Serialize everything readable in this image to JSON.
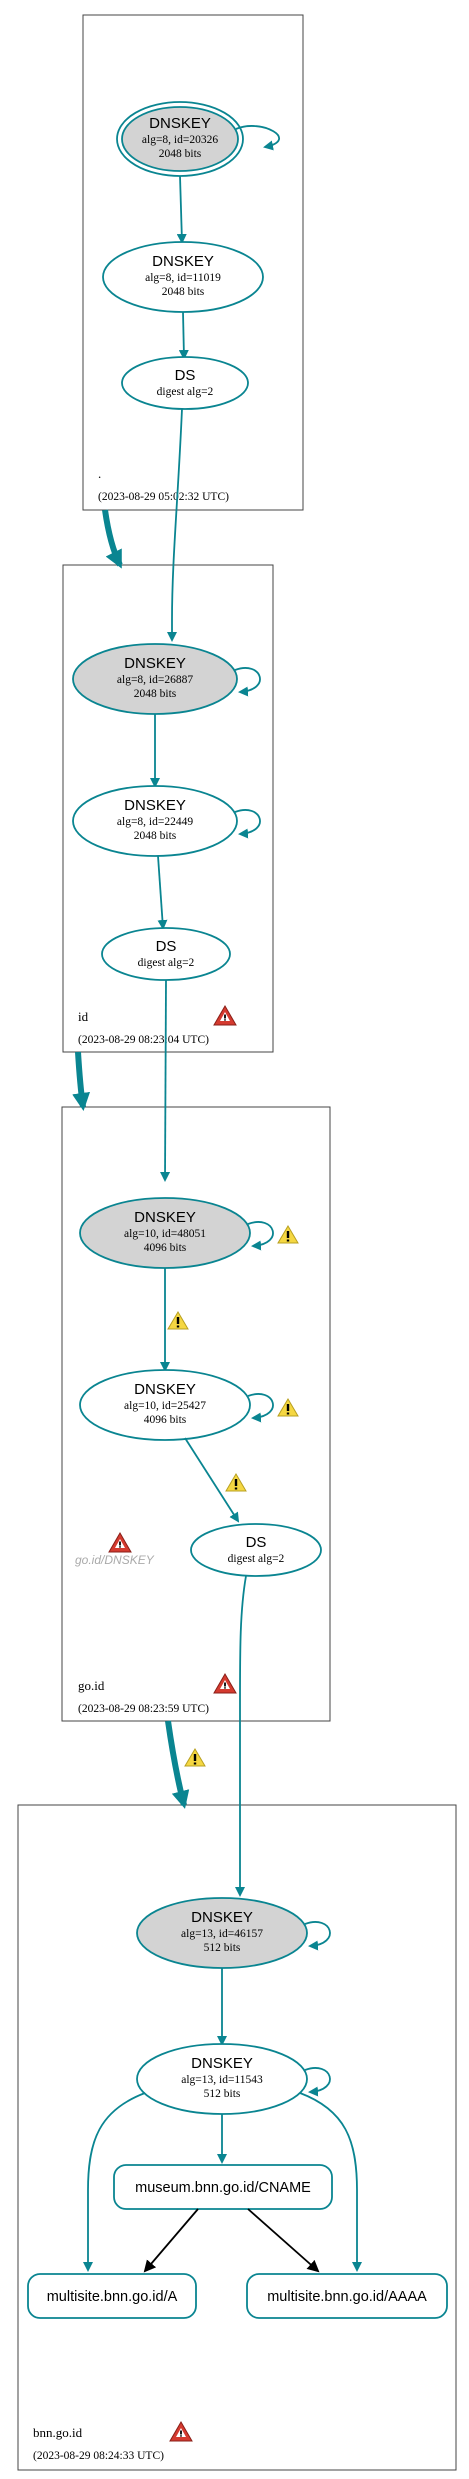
{
  "colors": {
    "accent": "#0a8591",
    "node_fill_trusted": "#d3d3d3",
    "node_fill": "#ffffff",
    "warning_yellow": "#f5d742",
    "error_red": "#d43a2f"
  },
  "zones": [
    {
      "name": ".",
      "timestamp": "(2023-08-29 05:02:32 UTC)",
      "nodes": [
        {
          "title": "DNSKEY",
          "line1": "alg=8, id=20326",
          "line2": "2048 bits"
        },
        {
          "title": "DNSKEY",
          "line1": "alg=8, id=11019",
          "line2": "2048 bits"
        },
        {
          "title": "DS",
          "line1": "digest alg=2"
        }
      ]
    },
    {
      "name": "id",
      "timestamp": "(2023-08-29 08:23:04 UTC)",
      "nodes": [
        {
          "title": "DNSKEY",
          "line1": "alg=8, id=26887",
          "line2": "2048 bits"
        },
        {
          "title": "DNSKEY",
          "line1": "alg=8, id=22449",
          "line2": "2048 bits"
        },
        {
          "title": "DS",
          "line1": "digest alg=2"
        }
      ]
    },
    {
      "name": "go.id",
      "timestamp": "(2023-08-29 08:23:59 UTC)",
      "ghost_label": "go.id/DNSKEY",
      "nodes": [
        {
          "title": "DNSKEY",
          "line1": "alg=10, id=48051",
          "line2": "4096 bits"
        },
        {
          "title": "DNSKEY",
          "line1": "alg=10, id=25427",
          "line2": "4096 bits"
        },
        {
          "title": "DS",
          "line1": "digest alg=2"
        }
      ]
    },
    {
      "name": "bnn.go.id",
      "timestamp": "(2023-08-29 08:24:33 UTC)",
      "nodes": [
        {
          "title": "DNSKEY",
          "line1": "alg=13, id=46157",
          "line2": "512 bits"
        },
        {
          "title": "DNSKEY",
          "line1": "alg=13, id=11543",
          "line2": "512 bits"
        }
      ],
      "records": [
        "museum.bnn.go.id/CNAME",
        "multisite.bnn.go.id/A",
        "multisite.bnn.go.id/AAAA"
      ]
    }
  ]
}
